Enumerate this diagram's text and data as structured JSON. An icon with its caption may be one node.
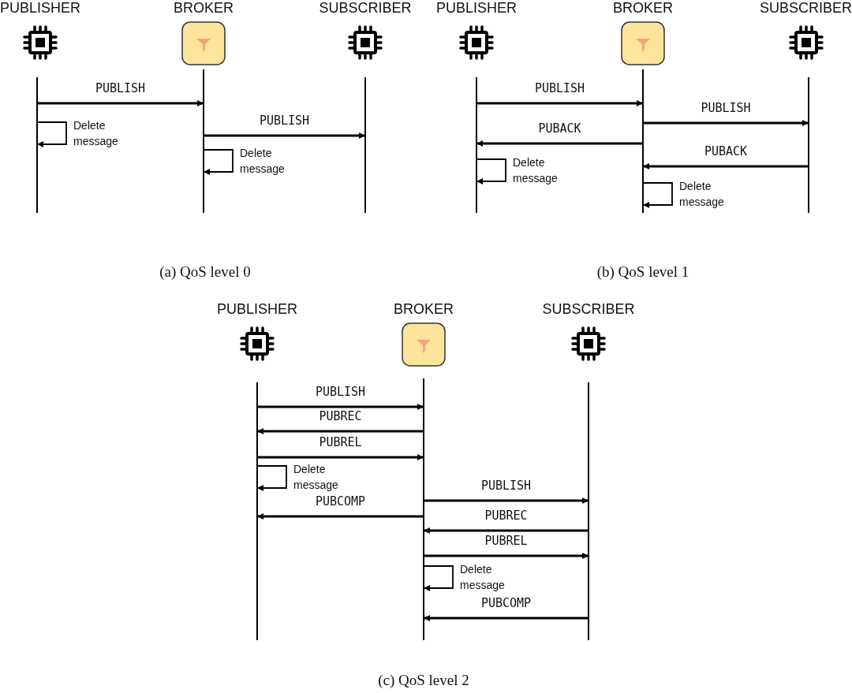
{
  "diagram": {
    "nodes": [
      {
        "text": [
          "PUBLISHER"
        ]
      },
      {
        "text": [
          "BROKER"
        ]
      },
      {
        "text": [
          "SUBSCRIBER"
        ]
      },
      {
        "text": [],
        "shape": "bar"
      },
      {
        "text": [],
        "shape": "bar"
      },
      {
        "text": [],
        "shape": "bar"
      },
      {
        "text": [
          "PUBLISHER"
        ]
      },
      {
        "text": [
          "BROKER"
        ]
      },
      {
        "text": [
          "SUBSCRIBER"
        ]
      },
      {
        "text": [],
        "shape": "bar"
      },
      {
        "text": [],
        "shape": "bar"
      },
      {
        "text": [],
        "shape": "bar"
      },
      {
        "text": [
          "PUBLISHER"
        ]
      },
      {
        "text": [
          "BROKER"
        ]
      },
      {
        "text": [
          "SUBSCRIBER"
        ]
      },
      {
        "text": [],
        "shape": "bar"
      },
      {
        "text": [],
        "shape": "bar"
      },
      {
        "text": [],
        "shape": "bar"
      }
    ],
    "edges": [
      {
        "from": 3,
        "to": 4,
        "arrow": "to",
        "label": "PUBLISH"
      },
      {
        "from": 3,
        "to": 3,
        "arrow": "to",
        "label": "Delete message"
      },
      {
        "from": 4,
        "to": 5,
        "arrow": "to",
        "label": "PUBLISH"
      },
      {
        "from": 4,
        "to": 4,
        "arrow": "to",
        "label": "Delete message"
      },
      {
        "from": 9,
        "to": 10,
        "arrow": "to",
        "label": "PUBLISH"
      },
      {
        "from": 10,
        "to": 11,
        "arrow": "to",
        "label": "PUBLISH"
      },
      {
        "from": 10,
        "to": 9,
        "arrow": "to",
        "label": "PUBACK"
      },
      {
        "from": 11,
        "to": 10,
        "arrow": "to",
        "label": "PUBACK"
      },
      {
        "from": 9,
        "to": 9,
        "arrow": "to",
        "label": "Delete message"
      },
      {
        "from": 10,
        "to": 10,
        "arrow": "to",
        "label": "Delete message"
      },
      {
        "from": 15,
        "to": 16,
        "arrow": "to",
        "label": "PUBLISH"
      },
      {
        "from": 16,
        "to": 15,
        "arrow": "to",
        "label": "PUBREC"
      },
      {
        "from": 15,
        "to": 16,
        "arrow": "to",
        "label": "PUBREL"
      },
      {
        "from": 15,
        "to": 15,
        "arrow": "to",
        "label": "Delete message"
      },
      {
        "from": 16,
        "to": 17,
        "arrow": "to",
        "label": "PUBLISH"
      },
      {
        "from": 16,
        "to": 15,
        "arrow": "to",
        "label": "PUBCOMP"
      },
      {
        "from": 17,
        "to": 16,
        "arrow": "to",
        "label": "PUBREC"
      },
      {
        "from": 16,
        "to": 17,
        "arrow": "to",
        "label": "PUBREL"
      },
      {
        "from": 16,
        "to": 16,
        "arrow": "to",
        "label": "Delete message"
      },
      {
        "from": 17,
        "to": 16,
        "arrow": "to",
        "label": "PUBCOMP"
      }
    ],
    "labels": [
      "(a) QoS level 0",
      "(b) QoS level 1",
      "(c) QoS level 2"
    ]
  }
}
